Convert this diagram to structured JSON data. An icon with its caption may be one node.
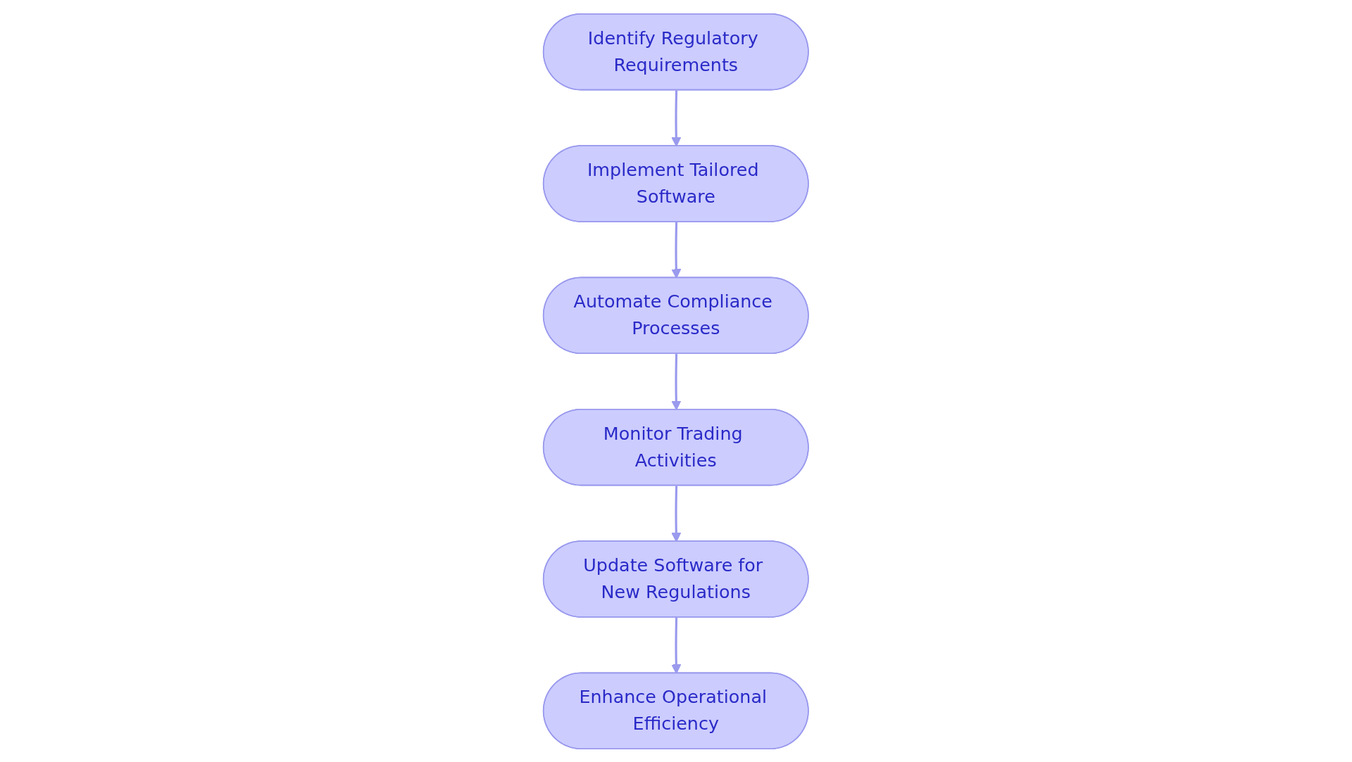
{
  "diagram": {
    "nodes": [
      {
        "text": [
          "Identify Regulatory Requirements"
        ]
      },
      {
        "text": [
          "Implement Tailored Software"
        ]
      },
      {
        "text": [
          "Automate Compliance Processes"
        ]
      },
      {
        "text": [
          "Monitor Trading Activities"
        ]
      },
      {
        "text": [
          "Update Software for New Regulations"
        ]
      },
      {
        "text": [
          "Enhance Operational Efficiency"
        ]
      }
    ],
    "edges": [
      {
        "from": 0,
        "to": 1,
        "arrow": "to"
      },
      {
        "from": 1,
        "to": 2,
        "arrow": "to"
      },
      {
        "from": 2,
        "to": 3,
        "arrow": "to"
      },
      {
        "from": 3,
        "to": 4,
        "arrow": "to"
      },
      {
        "from": 4,
        "to": 5,
        "arrow": "to"
      }
    ]
  }
}
